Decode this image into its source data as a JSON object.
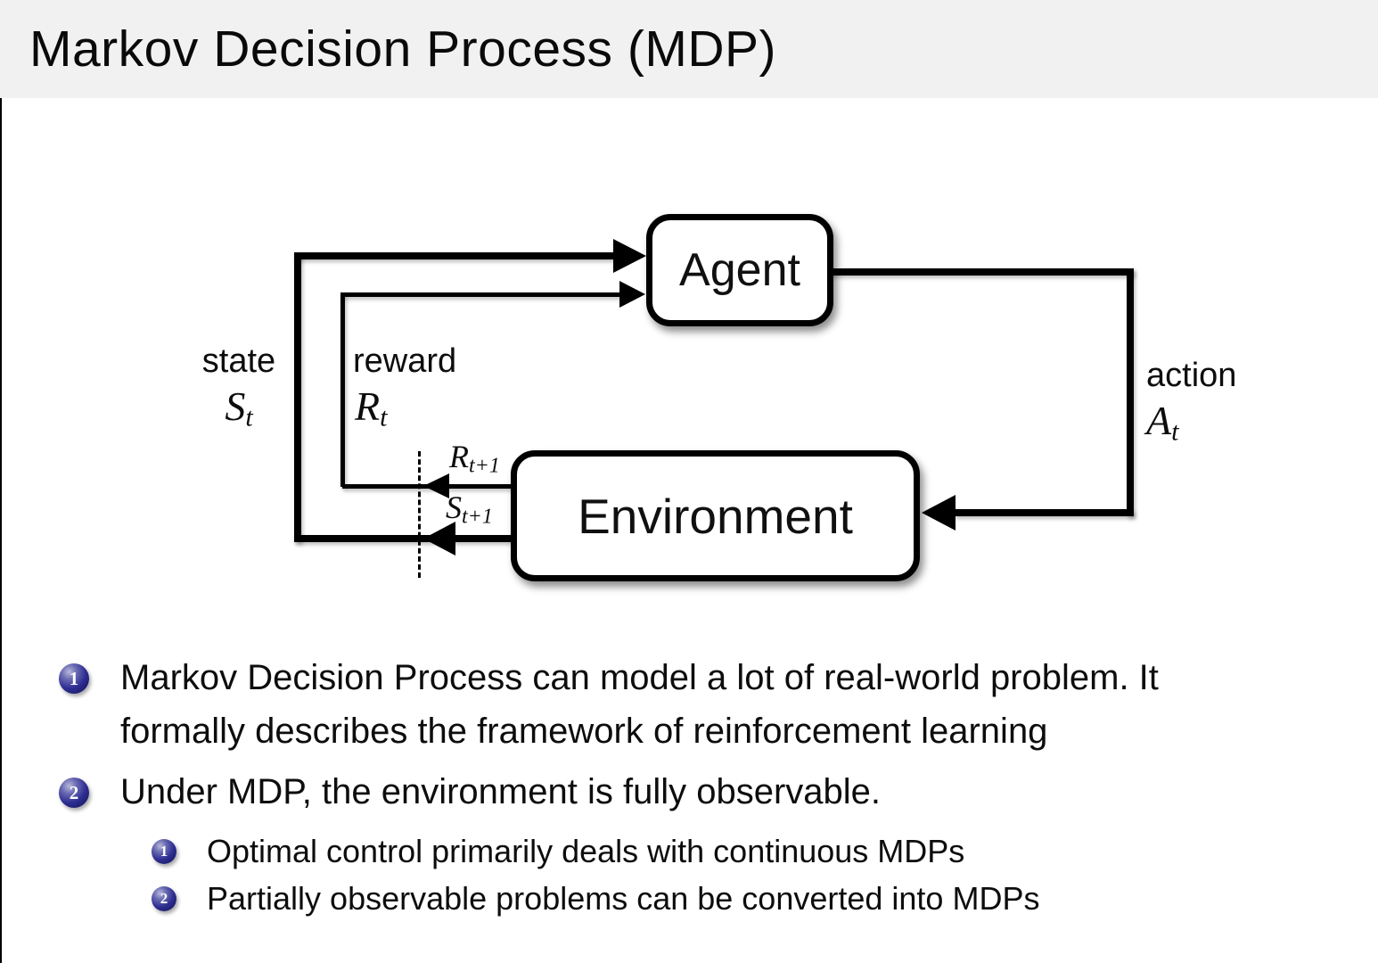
{
  "slide": {
    "title": "Markov Decision Process (MDP)"
  },
  "diagram": {
    "agent": "Agent",
    "environment": "Environment",
    "state": {
      "label": "state",
      "symbol": "S",
      "subscript": "t"
    },
    "reward": {
      "label": "reward",
      "symbol": "R",
      "subscript": "t"
    },
    "action": {
      "label": "action",
      "symbol": "A",
      "subscript": "t"
    },
    "next_reward": {
      "symbol": "R",
      "subscript": "t+1"
    },
    "next_state": {
      "symbol": "S",
      "subscript": "t+1"
    }
  },
  "bullets": [
    {
      "number": "1",
      "lines": [
        "Markov Decision Process can model a lot of real-world problem. It",
        "formally describes the framework of reinforcement learning"
      ]
    },
    {
      "number": "2",
      "lines": [
        "Under MDP, the environment is fully observable."
      ],
      "sub_bullets": [
        {
          "number": "1",
          "text": "Optimal control primarily deals with continuous MDPs"
        },
        {
          "number": "2",
          "text": "Partially observable problems can be converted into MDPs"
        }
      ]
    }
  ],
  "colors": {
    "title_bar_bg": "#f1f1f2",
    "ball_blue": "#2e2e93",
    "line_black": "#000000",
    "background": "#ffffff"
  }
}
